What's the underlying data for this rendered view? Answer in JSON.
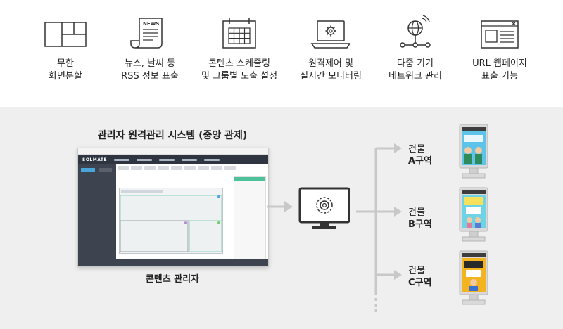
{
  "features": [
    {
      "icon": "split-screen-icon",
      "line1": "무한",
      "line2": "화면분할"
    },
    {
      "icon": "news-icon",
      "line1": "뉴스, 날씨 등",
      "line2": "RSS 정보 표출"
    },
    {
      "icon": "calendar-icon",
      "line1": "콘텐츠 스케줄링",
      "line2": "및 그룹별 노출 설정"
    },
    {
      "icon": "remote-control-icon",
      "line1": "원격제어 및",
      "line2": "실시간 모니터링"
    },
    {
      "icon": "network-icon",
      "line1": "다중 기기",
      "line2": "네트워크 관리"
    },
    {
      "icon": "webpage-icon",
      "line1": "URL 웹페이지",
      "line2": "표출 기능"
    }
  ],
  "news_label": "NEWS",
  "system": {
    "title": "관리자 원격관리 시스템 (중앙 관제)",
    "caption": "콘텐츠 관리자",
    "app_logo": "SOLMATE"
  },
  "zones": [
    {
      "name": "건물",
      "code": "A구역"
    },
    {
      "name": "건물",
      "code": "B구역"
    },
    {
      "name": "건물",
      "code": "C구역"
    }
  ],
  "colors": {
    "top_bg": "#ffffff",
    "bottom_bg": "#efefef",
    "connector": "#c8c8c8",
    "icon_stroke": "#333333",
    "app_nav": "#2f3540",
    "app_accent": "#4aa6d9",
    "panel_accent": "#4cc19a"
  }
}
